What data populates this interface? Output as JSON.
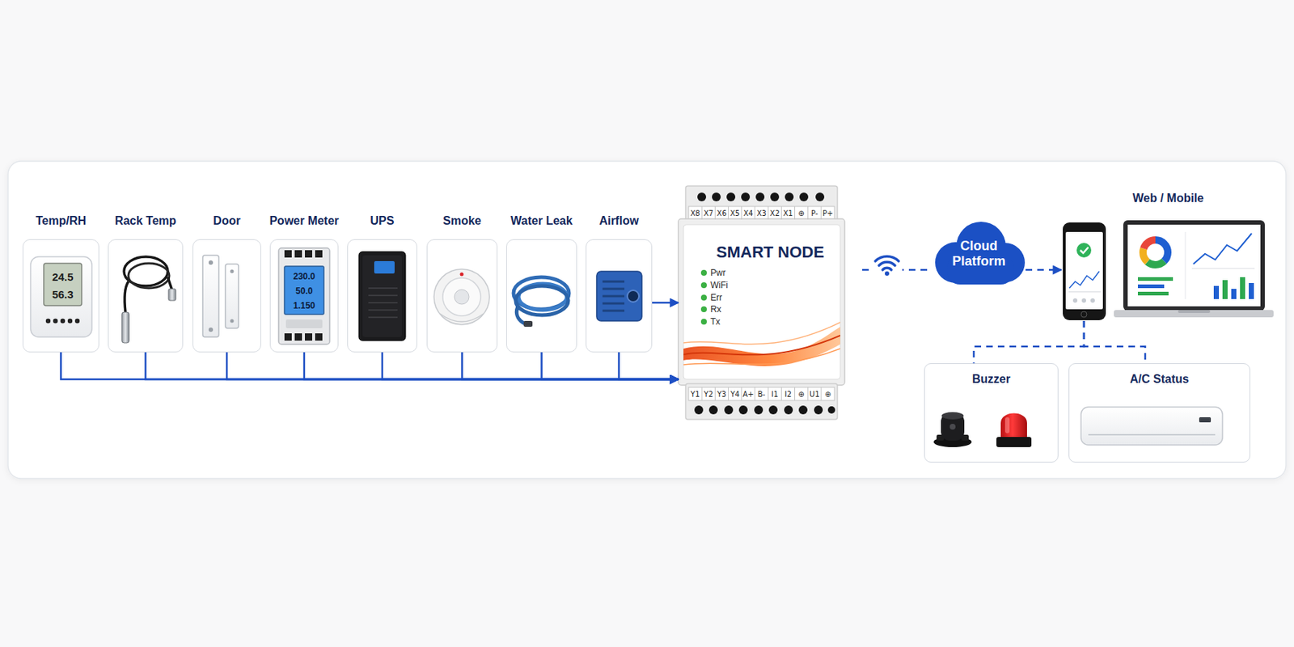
{
  "diagram": {
    "nodes": [
      {
        "text": [
          "Temp/RH"
        ]
      },
      {
        "text": [
          "Rack Temp"
        ]
      },
      {
        "text": [
          "Door"
        ]
      },
      {
        "text": [
          "Power Meter"
        ]
      },
      {
        "text": [
          "UPS"
        ]
      },
      {
        "text": [
          "Smoke"
        ]
      },
      {
        "text": [
          "Water Leak"
        ]
      },
      {
        "text": [
          "Airflow"
        ]
      },
      {
        "text": [
          "SMART NODE"
        ]
      },
      {
        "text": [
          "Cloud Platform"
        ]
      },
      {
        "text": [
          "Web / Mobile"
        ]
      },
      {
        "text": [
          "Buzzer"
        ]
      },
      {
        "text": [
          "A/C Status"
        ]
      }
    ],
    "edges": [
      {
        "from": 0,
        "to": 8,
        "arrow": "to"
      },
      {
        "from": 1,
        "to": 8,
        "arrow": "to"
      },
      {
        "from": 2,
        "to": 8,
        "arrow": "to"
      },
      {
        "from": 3,
        "to": 8,
        "arrow": "to"
      },
      {
        "from": 4,
        "to": 8,
        "arrow": "to"
      },
      {
        "from": 5,
        "to": 8,
        "arrow": "to"
      },
      {
        "from": 6,
        "to": 8,
        "arrow": "to"
      },
      {
        "from": 7,
        "to": 8,
        "arrow": "to"
      },
      {
        "from": 7,
        "to": 8,
        "arrow": "to"
      },
      {
        "from": 8,
        "to": 9,
        "arrow": "none"
      },
      {
        "from": 9,
        "to": 10,
        "arrow": "to"
      },
      {
        "from": 10,
        "to": 11,
        "arrow": "none"
      },
      {
        "from": 10,
        "to": 12,
        "arrow": "none"
      }
    ],
    "labels": [
      "X8",
      "X7",
      "X6",
      "X5",
      "X4",
      "X3",
      "X2",
      "X1",
      "⊕",
      "P-",
      "P+",
      "Y1",
      "Y2",
      "Y3",
      "Y4",
      "A+",
      "B-",
      "I1",
      "I2",
      "⊕",
      "U1",
      "⊕",
      "Pwr",
      "WiFi",
      "Err",
      "Rx",
      "Tx",
      "24.5",
      "56.3",
      "230.0",
      "50.0",
      "1.150"
    ]
  }
}
